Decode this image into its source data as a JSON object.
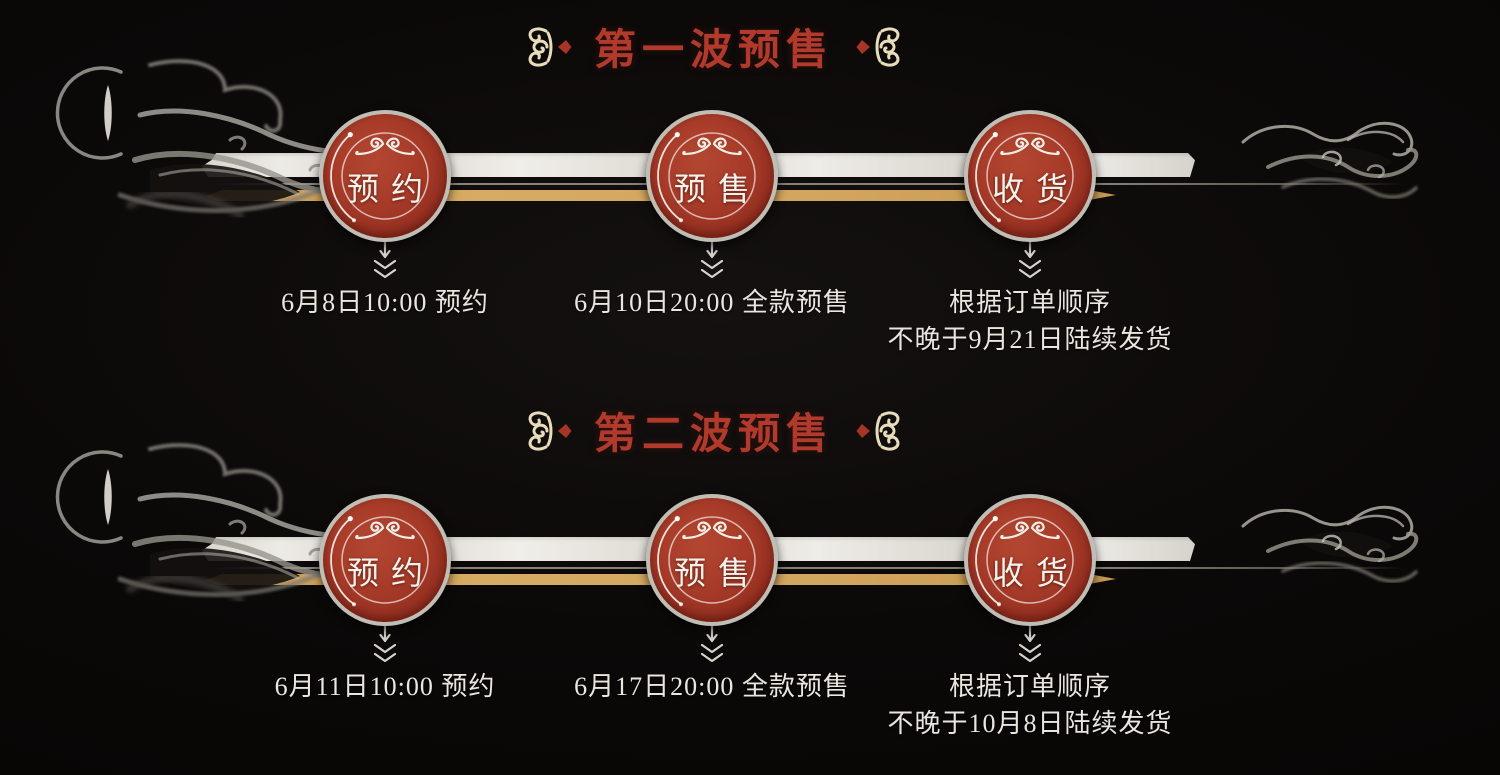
{
  "page": {
    "background_color": "#0b0908",
    "style": "dark-ink-wash-presale-timeline"
  },
  "colors": {
    "title_red": "#b23a2c",
    "node_red": "#a63a28",
    "node_ring_silver": "#c0bdb5",
    "gold_band": "#d2a55f",
    "white_band": "#e9e6e0",
    "note_text": "#e9e6e0",
    "ornament_cream": "#e8dcba",
    "ornament_diamond_red": "#a83327"
  },
  "icons": {
    "title_ornament_left": "scroll-curl-with-red-diamond",
    "title_ornament_right": "scroll-curl-with-red-diamond-mirrored",
    "node_top_ornament": "double-cloud-curl",
    "node_inner_ring": "thin-circle-with-arc-and-dots",
    "down_arrow": "down-arrow-with-double-chevron",
    "left_decoration": "ink-moon-with-eye-slit-and-smoke",
    "right_decoration": "ink-cloud-swirls"
  },
  "sections": [
    {
      "title": "第一波预售",
      "steps": [
        {
          "label": "预约",
          "note_lines": [
            "6月8日10:00 预约"
          ]
        },
        {
          "label": "预售",
          "note_lines": [
            "6月10日20:00 全款预售"
          ]
        },
        {
          "label": "收货",
          "note_lines": [
            "根据订单顺序",
            "不晚于9月21日陆续发货"
          ]
        }
      ]
    },
    {
      "title": "第二波预售",
      "steps": [
        {
          "label": "预约",
          "note_lines": [
            "6月11日10:00 预约"
          ]
        },
        {
          "label": "预售",
          "note_lines": [
            "6月17日20:00 全款预售"
          ]
        },
        {
          "label": "收货",
          "note_lines": [
            "根据订单顺序",
            "不晚于10月8日陆续发货"
          ]
        }
      ]
    }
  ]
}
